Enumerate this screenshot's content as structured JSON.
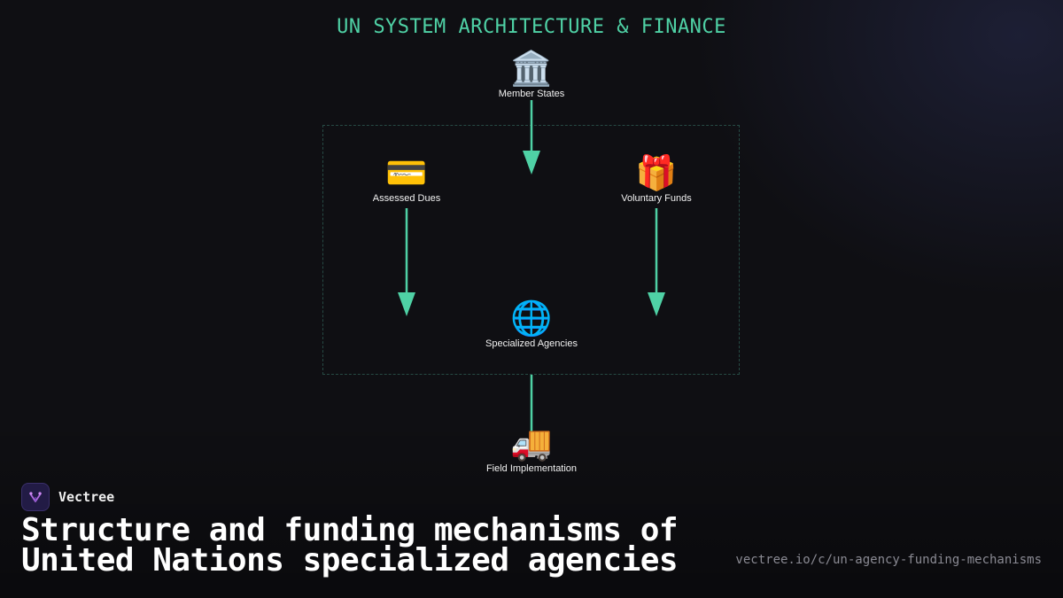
{
  "diagram": {
    "title": "UN SYSTEM ARCHITECTURE & FINANCE",
    "nodes": {
      "member_states": {
        "icon": "🏛️",
        "icon_name": "classical-building-icon",
        "label": "Member States"
      },
      "assessed_dues": {
        "icon": "💳",
        "icon_name": "credit-card-icon",
        "label": "Assessed Dues"
      },
      "voluntary_funds": {
        "icon": "🎁",
        "icon_name": "gift-icon",
        "label": "Voluntary Funds"
      },
      "specialized_agencies": {
        "icon": "🌐",
        "icon_name": "globe-icon",
        "label": "Specialized Agencies"
      },
      "field_implementation": {
        "icon": "🚚",
        "icon_name": "delivery-truck-icon",
        "label": "Field Implementation"
      }
    },
    "colors": {
      "accent": "#4fd1a5",
      "group_border": "#264a44",
      "background": "#0f0f13"
    }
  },
  "footer": {
    "brand_name": "Vectree",
    "caption_line1": "Structure and funding mechanisms of",
    "caption_line2": "United Nations specialized agencies",
    "url": "vectree.io/c/un-agency-funding-mechanisms"
  }
}
